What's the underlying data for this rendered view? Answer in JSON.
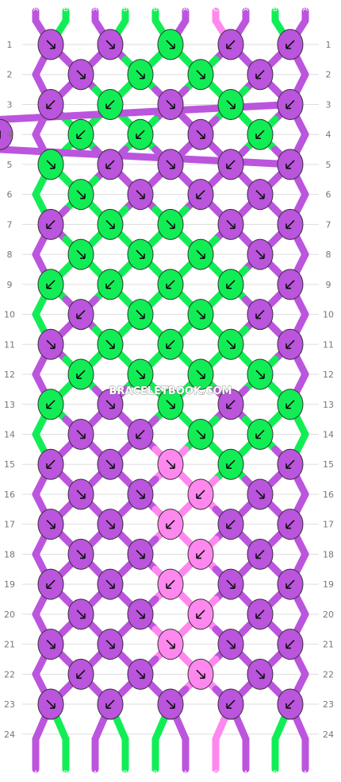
{
  "watermark": "BRACELETBOOK.COM",
  "colors": {
    "A": "#bb55dd",
    "B": "#11ee55",
    "C": "#ff88ee"
  },
  "top_strands": [
    "A",
    "B",
    "A",
    "B",
    "B",
    "A",
    "C",
    "A",
    "B",
    "A"
  ],
  "bottom_strands": [
    "A",
    "B",
    "A",
    "B",
    "B",
    "A",
    "C",
    "A",
    "B",
    "A"
  ],
  "row_labels": [
    "1",
    "2",
    "3",
    "4",
    "5",
    "6",
    "7",
    "8",
    "9",
    "10",
    "11",
    "12",
    "13",
    "14",
    "15",
    "16",
    "17",
    "18",
    "19",
    "20",
    "21",
    "22",
    "23",
    "24"
  ],
  "knot_rows": [
    [
      [
        "A",
        "r"
      ],
      [
        "A",
        "r"
      ],
      [
        "B",
        "r"
      ],
      [
        "A",
        "l"
      ],
      [
        "A",
        "l"
      ]
    ],
    [
      [
        "A",
        "r"
      ],
      [
        "B",
        "r"
      ],
      [
        "B",
        "r"
      ],
      [
        "A",
        "l"
      ]
    ],
    [
      [
        "A",
        "l"
      ],
      [
        "B",
        "l"
      ],
      [
        "A",
        "r"
      ],
      [
        "B",
        "r"
      ],
      [
        "A",
        "l"
      ]
    ],
    [
      [
        "B",
        "l"
      ],
      [
        "B",
        "l"
      ],
      [
        "A",
        "r"
      ],
      [
        "B",
        "l"
      ],
      [
        "A",
        "l"
      ]
    ],
    [
      [
        "B",
        "r"
      ],
      [
        "A",
        "l"
      ],
      [
        "A",
        "r"
      ],
      [
        "A",
        "l"
      ],
      [
        "A",
        "l"
      ]
    ],
    [
      [
        "B",
        "r"
      ],
      [
        "A",
        "r"
      ],
      [
        "A",
        "l"
      ],
      [
        "A",
        "r"
      ]
    ],
    [
      [
        "A",
        "l"
      ],
      [
        "B",
        "r"
      ],
      [
        "B",
        "r"
      ],
      [
        "A",
        "r"
      ],
      [
        "A",
        "l"
      ]
    ],
    [
      [
        "B",
        "r"
      ],
      [
        "B",
        "r"
      ],
      [
        "B",
        "r"
      ],
      [
        "A",
        "r"
      ]
    ],
    [
      [
        "B",
        "l"
      ],
      [
        "B",
        "l"
      ],
      [
        "B",
        "l"
      ],
      [
        "B",
        "l"
      ],
      [
        "A",
        "l"
      ]
    ],
    [
      [
        "A",
        "l"
      ],
      [
        "B",
        "r"
      ],
      [
        "B",
        "r"
      ],
      [
        "A",
        "l"
      ]
    ],
    [
      [
        "A",
        "r"
      ],
      [
        "B",
        "r"
      ],
      [
        "B",
        "l"
      ],
      [
        "B",
        "r"
      ],
      [
        "A",
        "l"
      ]
    ],
    [
      [
        "B",
        "l"
      ],
      [
        "B",
        "r"
      ],
      [
        "B",
        "r"
      ],
      [
        "B",
        "r"
      ]
    ],
    [
      [
        "B",
        "l"
      ],
      [
        "A",
        "r"
      ],
      [
        "B",
        "r"
      ],
      [
        "A",
        "l"
      ],
      [
        "B",
        "l"
      ]
    ],
    [
      [
        "A",
        "r"
      ],
      [
        "A",
        "l"
      ],
      [
        "B",
        "r"
      ],
      [
        "B",
        "l"
      ]
    ],
    [
      [
        "A",
        "l"
      ],
      [
        "A",
        "r"
      ],
      [
        "C",
        "r"
      ],
      [
        "B",
        "l"
      ],
      [
        "A",
        "l"
      ]
    ],
    [
      [
        "A",
        "r"
      ],
      [
        "A",
        "r"
      ],
      [
        "C",
        "l"
      ],
      [
        "A",
        "r"
      ]
    ],
    [
      [
        "A",
        "r"
      ],
      [
        "A",
        "r"
      ],
      [
        "C",
        "l"
      ],
      [
        "A",
        "l"
      ],
      [
        "A",
        "l"
      ]
    ],
    [
      [
        "A",
        "r"
      ],
      [
        "A",
        "r"
      ],
      [
        "C",
        "l"
      ],
      [
        "A",
        "l"
      ]
    ],
    [
      [
        "A",
        "l"
      ],
      [
        "A",
        "r"
      ],
      [
        "C",
        "l"
      ],
      [
        "A",
        "r"
      ],
      [
        "A",
        "l"
      ]
    ],
    [
      [
        "A",
        "r"
      ],
      [
        "A",
        "r"
      ],
      [
        "C",
        "l"
      ],
      [
        "A",
        "l"
      ]
    ],
    [
      [
        "A",
        "r"
      ],
      [
        "A",
        "r"
      ],
      [
        "C",
        "r"
      ],
      [
        "A",
        "r"
      ],
      [
        "A",
        "l"
      ]
    ],
    [
      [
        "A",
        "l"
      ],
      [
        "A",
        "r"
      ],
      [
        "C",
        "r"
      ],
      [
        "A",
        "r"
      ]
    ],
    [
      [
        "A",
        "r"
      ],
      [
        "A",
        "l"
      ],
      [
        "A",
        "r"
      ],
      [
        "A",
        "l"
      ],
      [
        "A",
        "l"
      ]
    ]
  ]
}
